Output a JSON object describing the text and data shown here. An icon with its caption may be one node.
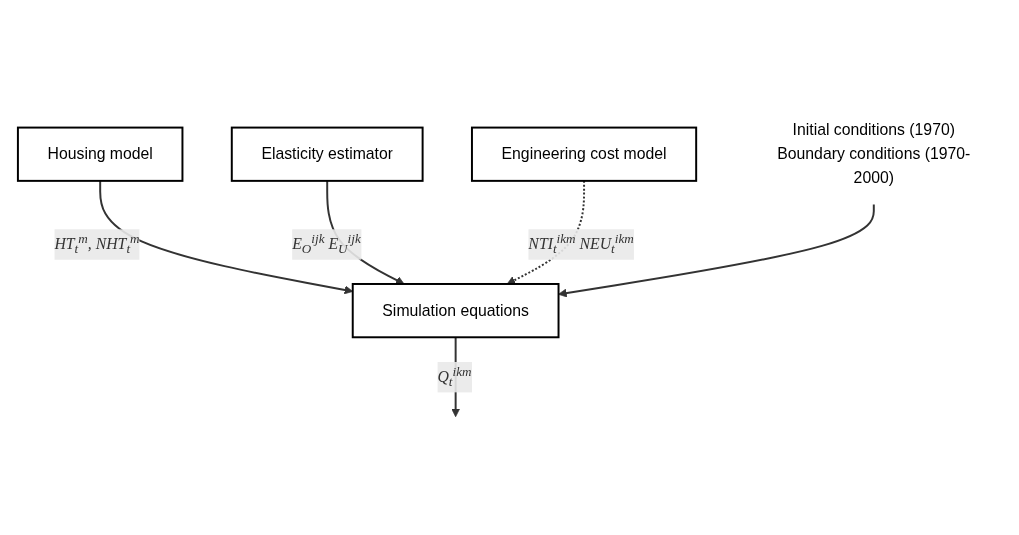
{
  "diagram": {
    "nodes": [
      {
        "text": [
          "Housing model"
        ]
      },
      {
        "text": [
          "Elasticity estimator"
        ]
      },
      {
        "text": [
          "Simulation equations"
        ]
      },
      {
        "text": [
          "Engineering cost model"
        ]
      },
      {
        "text": [
          "Initial conditions (1970)",
          "Boundary conditions (1970-2000)"
        ]
      }
    ],
    "edges": [
      {
        "from": 0,
        "to": 2,
        "arrow": "to",
        "label": "HT$_{t}$$^{m}$, NHT$_{t}$$^{m}$"
      },
      {
        "from": 1,
        "to": 2,
        "arrow": "to",
        "label": "E$_{O}$$^{ijk}$ E$_{U}$$^{ijk}$"
      },
      {
        "from": 3,
        "to": 2,
        "arrow": "to",
        "style": "dashed",
        "label": "NTI$_{t}$$^{ikm}$ NEU$_{t}$$^{ikm}$"
      },
      {
        "from": 4,
        "to": 2,
        "arrow": "to"
      },
      {
        "from": 2,
        "to": null,
        "arrow": "to",
        "label": "Q$_{t}$$^{ikm}$"
      }
    ]
  }
}
